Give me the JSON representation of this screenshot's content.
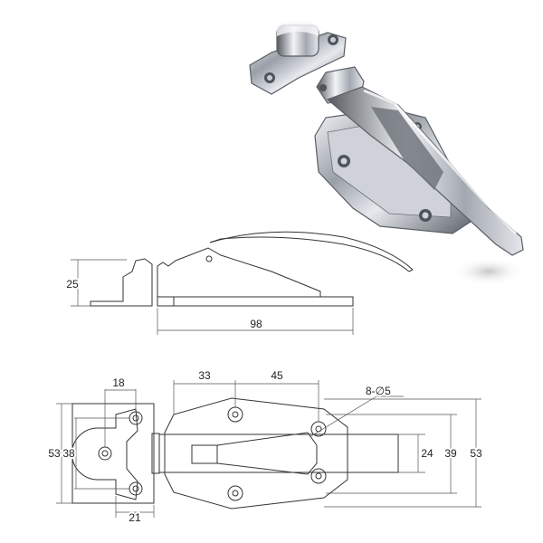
{
  "dimensions": {
    "side_height": "25",
    "side_length": "98",
    "keeper_hole_spacing": "18",
    "body_hole_spacing_a": "33",
    "body_hole_spacing_b": "45",
    "mounting_holes": "8-∅5",
    "keeper_width": "21",
    "keeper_outer_height": "53",
    "keeper_hole_height": "38",
    "body_inner_height": "24",
    "body_hole_height": "39",
    "body_outer_height": "53"
  },
  "colors": {
    "line": "#333333",
    "chrome_dark": "#6b7078",
    "chrome_mid": "#b9bec6",
    "chrome_light": "#e9ecf0"
  }
}
